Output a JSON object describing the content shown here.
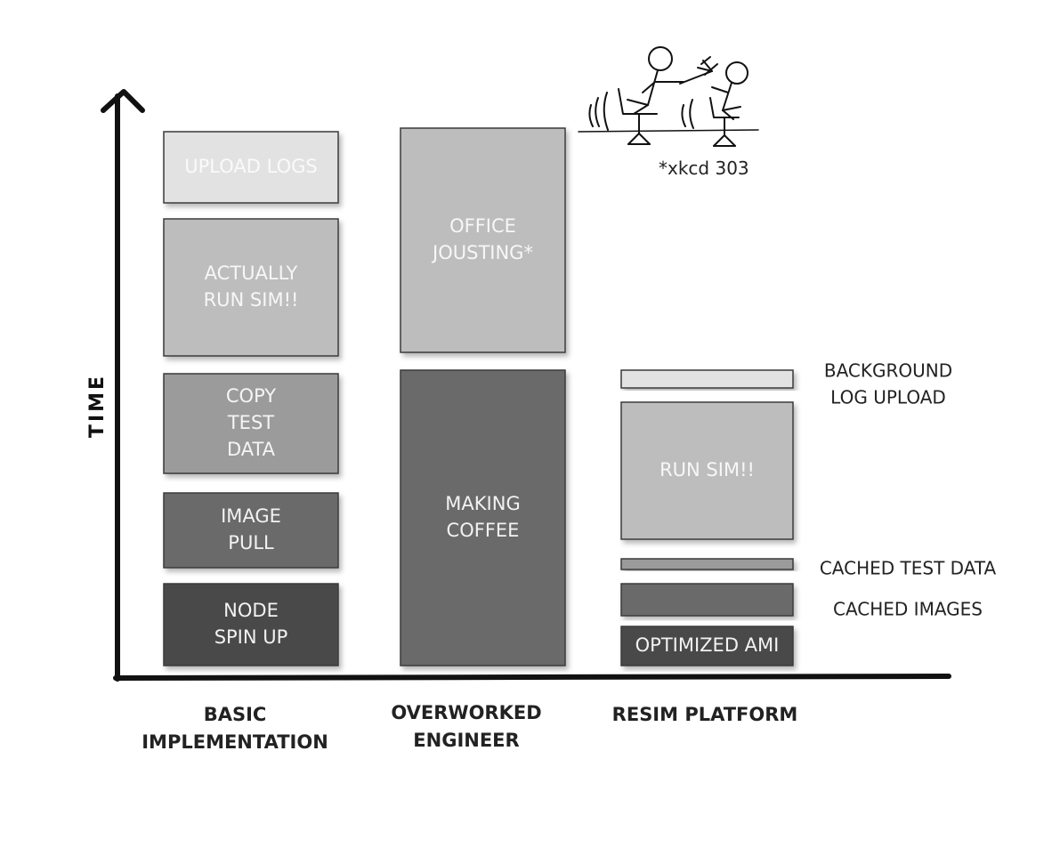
{
  "axis": {
    "y_label": "TIME"
  },
  "columns": [
    {
      "label": [
        "BASIC",
        "IMPLEMENTATION"
      ],
      "blocks": [
        {
          "label": [
            "NODE",
            "SPIN UP"
          ],
          "color": "#4a4a4a",
          "text_color": "#f2f2f2"
        },
        {
          "label": [
            "IMAGE",
            "PULL"
          ],
          "color": "#6b6b6b",
          "text_color": "#f2f2f2"
        },
        {
          "label": [
            "COPY",
            "TEST",
            "DATA"
          ],
          "color": "#9b9b9b",
          "text_color": "#f5f5f5"
        },
        {
          "label": [
            "ACTUALLY",
            "RUN SIM!!"
          ],
          "color": "#bdbdbd",
          "text_color": "#f7f7f7"
        },
        {
          "label": [
            "UPLOAD LOGS"
          ],
          "color": "#e2e2e2",
          "text_color": "#fafafa"
        }
      ]
    },
    {
      "label": [
        "OVERWORKED",
        "ENGINEER"
      ],
      "blocks": [
        {
          "label": [
            "MAKING",
            "COFFEE"
          ],
          "color": "#6b6b6b",
          "text_color": "#f2f2f2"
        },
        {
          "label": [
            "OFFICE",
            "JOUSTING*"
          ],
          "color": "#bdbdbd",
          "text_color": "#f7f7f7"
        }
      ]
    },
    {
      "label": [
        "RESIM PLATFORM"
      ],
      "blocks": [
        {
          "label": [
            "OPTIMIZED AMI"
          ],
          "color": "#4a4a4a",
          "text_color": "#f2f2f2"
        },
        {
          "label": [],
          "side_label": [
            "CACHED IMAGES"
          ],
          "color": "#6b6b6b"
        },
        {
          "label": [],
          "side_label": [
            "CACHED TEST DATA"
          ],
          "color": "#9b9b9b"
        },
        {
          "label": [
            "RUN SIM!!"
          ],
          "color": "#bdbdbd",
          "text_color": "#f7f7f7"
        },
        {
          "label": [],
          "side_label": [
            "BACKGROUND",
            "LOG UPLOAD"
          ],
          "color": "#e2e2e2"
        }
      ]
    }
  ],
  "comic": {
    "credit": "*xkcd 303",
    "icon": "stick-figures-jousting-on-office-chairs"
  }
}
